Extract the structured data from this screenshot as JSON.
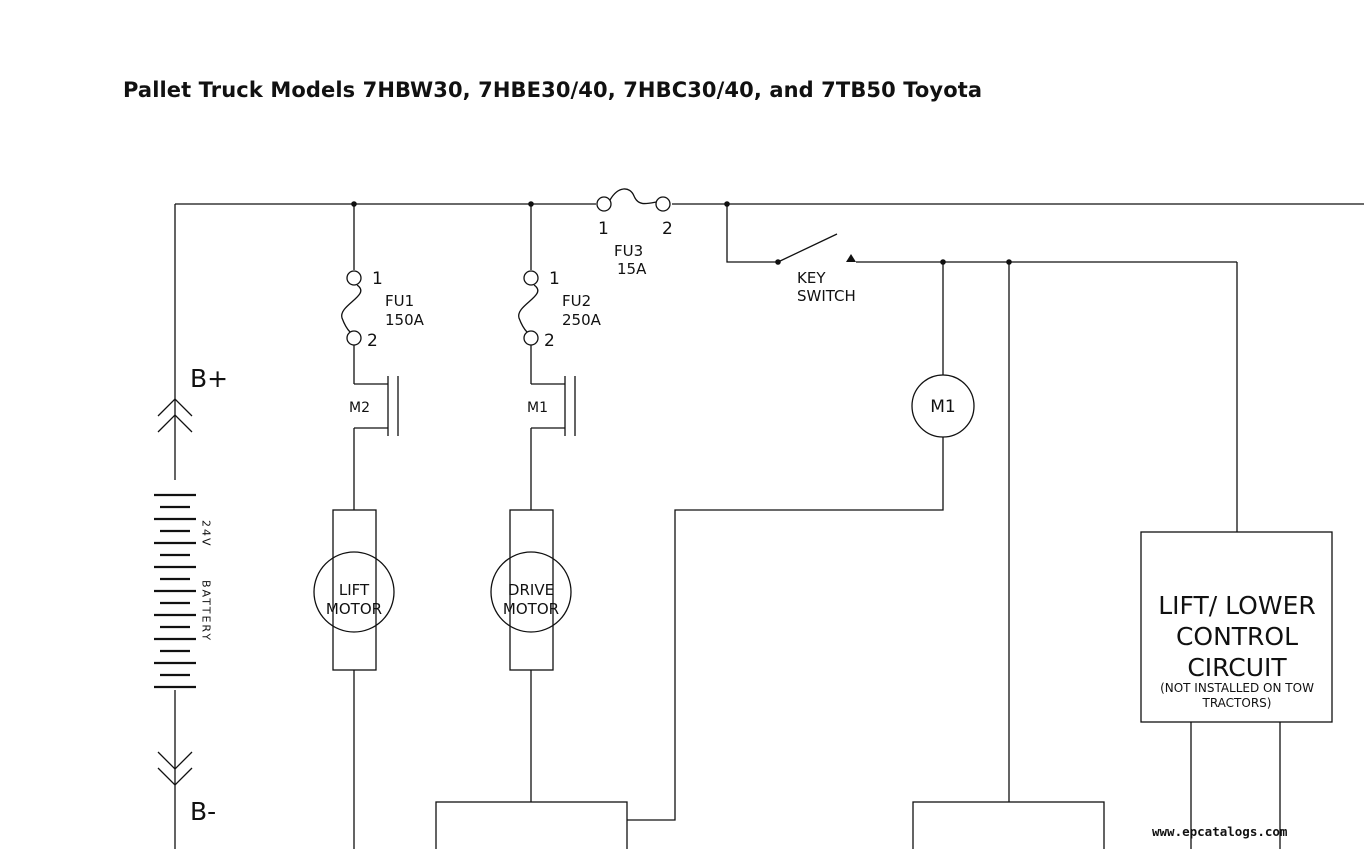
{
  "title": "Pallet Truck Models 7HBW30, 7HBE30/40, 7HBC30/40, and 7TB50 Toyota",
  "watermark": "www.epcatalogs.com",
  "battery": {
    "positive": "B+",
    "negative": "B-",
    "voltage": "24V",
    "label": "BATTERY"
  },
  "fuses": {
    "fu1": {
      "name": "FU1",
      "rating": "150A",
      "pin1": "1",
      "pin2": "2"
    },
    "fu2": {
      "name": "FU2",
      "rating": "250A",
      "pin1": "1",
      "pin2": "2"
    },
    "fu3": {
      "name": "FU3",
      "rating": "15A",
      "pin1": "1",
      "pin2": "2"
    }
  },
  "contactors": {
    "m2": "M2",
    "m1": "M1"
  },
  "coil": "M1",
  "key_switch": {
    "line1": "KEY",
    "line2": "SWITCH"
  },
  "lift_motor": {
    "line1": "LIFT",
    "line2": "MOTOR"
  },
  "drive_motor": {
    "line1": "DRIVE",
    "line2": "MOTOR"
  },
  "control_circuit": {
    "line1": "LIFT/ LOWER",
    "line2": "CONTROL",
    "line3": "CIRCUIT",
    "note1": "(NOT INSTALLED ON TOW",
    "note2": "TRACTORS)"
  }
}
